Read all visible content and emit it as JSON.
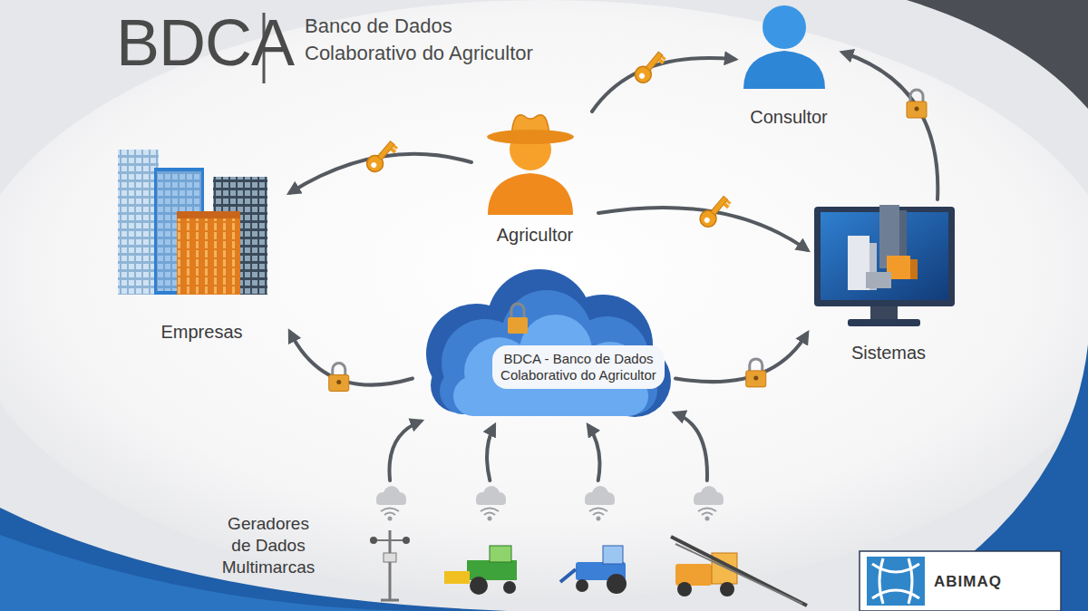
{
  "diagram": {
    "title": "BDCA",
    "nodes": [
      {
        "text": [
          "Agricultor"
        ]
      },
      {
        "text": [
          "Consultor"
        ]
      },
      {
        "text": [
          "Empresas"
        ]
      },
      {
        "text": [
          "Sistemas"
        ]
      },
      {
        "text": [
          "BDCA - Banco de Dados Colaborativo do Agricultor"
        ]
      },
      {
        "text": [
          "Geradores de Dados Multimarcas"
        ]
      }
    ],
    "edges": [
      {
        "from": 0,
        "to": 1,
        "arrow": "to"
      },
      {
        "from": 0,
        "to": 2,
        "arrow": "to"
      },
      {
        "from": 0,
        "to": 3,
        "arrow": "to"
      },
      {
        "from": 3,
        "to": 1,
        "arrow": "to"
      },
      {
        "from": 4,
        "to": 2,
        "arrow": "to"
      },
      {
        "from": 4,
        "to": 3,
        "arrow": "to"
      },
      {
        "from": 5,
        "to": 4,
        "arrow": "to"
      },
      {
        "from": 5,
        "to": 4,
        "arrow": "to"
      },
      {
        "from": 5,
        "to": 4,
        "arrow": "to"
      },
      {
        "from": 5,
        "to": 4,
        "arrow": "to"
      }
    ],
    "labels": [
      "Banco de Dados Colaborativo do Agricultor",
      "ABIMAQ"
    ]
  }
}
